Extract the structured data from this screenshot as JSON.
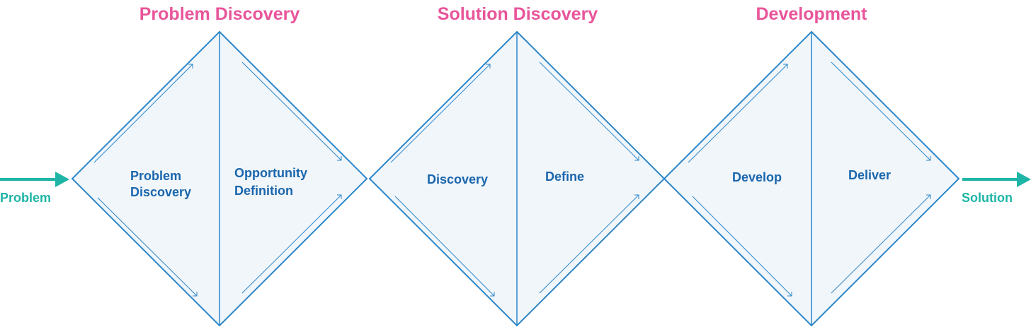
{
  "colors": {
    "title": "#e8559a",
    "outline": "#2b86c9",
    "fill": "#f1f6fb",
    "label": "#1a66ad",
    "flow": "#1eb5a6"
  },
  "input": {
    "label": "Problem"
  },
  "output": {
    "label": "Solution"
  },
  "stages": [
    {
      "title": "Problem Discovery",
      "left": [
        "Problem",
        "Discovery"
      ],
      "right": [
        "Opportunity",
        "Definition"
      ]
    },
    {
      "title": "Solution Discovery",
      "left": [
        "Discovery"
      ],
      "right": [
        "Define"
      ]
    },
    {
      "title": "Development",
      "left": [
        "Develop"
      ],
      "right": [
        "Deliver"
      ]
    }
  ]
}
